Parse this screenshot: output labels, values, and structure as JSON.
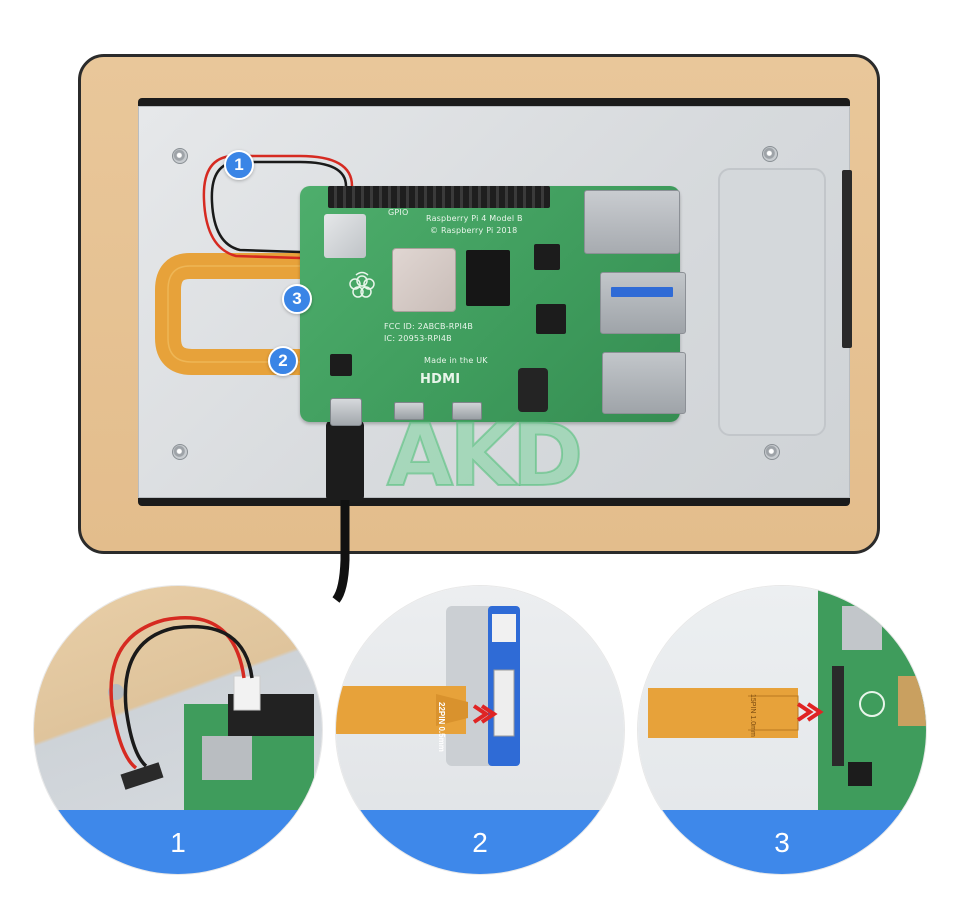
{
  "callouts": {
    "one": "1",
    "two": "2",
    "three": "3"
  },
  "watermark": {
    "text": "AKD"
  },
  "board": {
    "model_line": "Raspberry Pi 4 Model B",
    "copyright_line": "© Raspberry Pi 2018",
    "gpio_label": "GPIO",
    "hdmi_logo": "HDMI",
    "made_in": "Made in the UK",
    "fcc_line": "FCC ID: 2ABCB-RPI4B",
    "ic_line": "IC: 20953-RPI4B"
  },
  "details": {
    "one": {
      "number": "1"
    },
    "two": {
      "number": "2",
      "cable_label": "22PIN 0.5mm"
    },
    "three": {
      "number": "3",
      "cable_label": "15PIN 1.0mm"
    }
  },
  "colors": {
    "accent_blue": "#3e88ea",
    "callout_blue": "#3a85e6",
    "board_green": "#3e9b5c",
    "wood": "#e3bd8c",
    "ribbon": "#e7a23a"
  }
}
